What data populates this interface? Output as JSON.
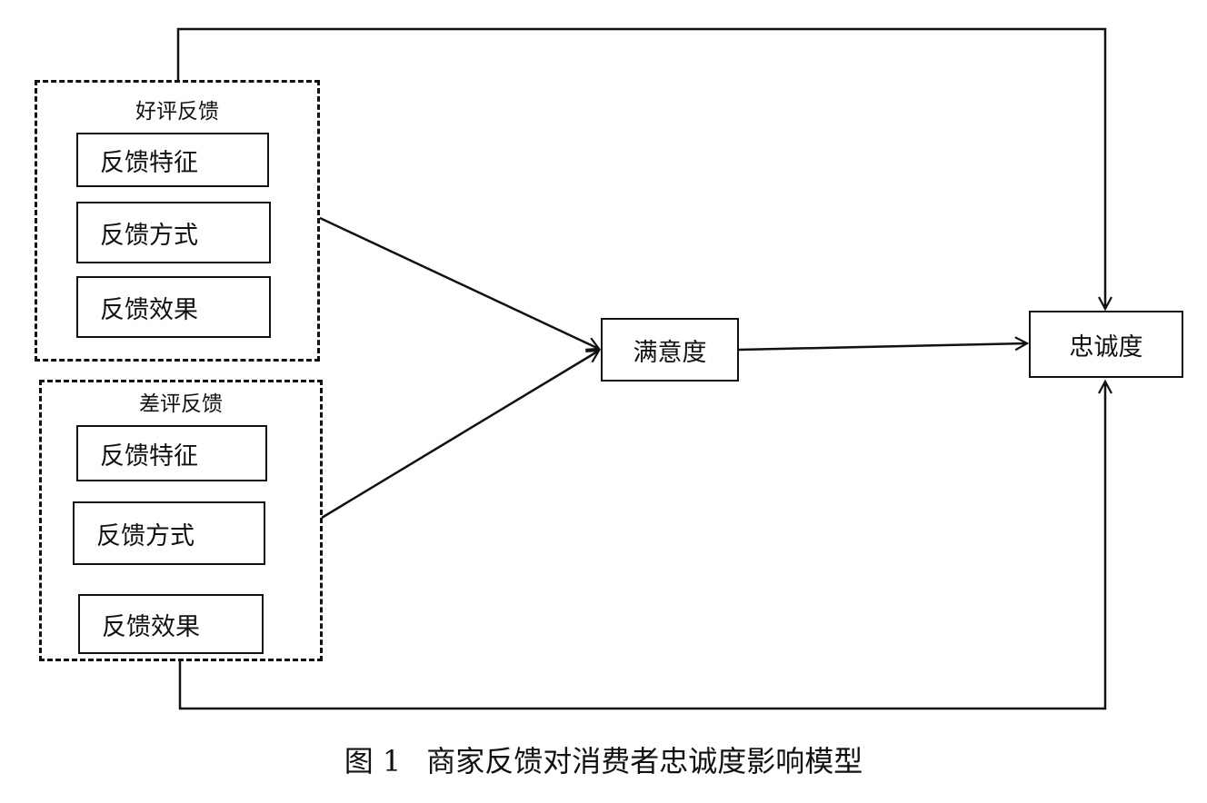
{
  "diagram": {
    "groups": [
      {
        "title": "好评反馈",
        "items": [
          "反馈特征",
          "反馈方式",
          "反馈效果"
        ]
      },
      {
        "title": "差评反馈",
        "items": [
          "反馈特征",
          "反馈方式",
          "反馈效果"
        ]
      }
    ],
    "mediator": "满意度",
    "outcome": "忠诚度",
    "caption": {
      "label": "图 1",
      "text": "商家反馈对消费者忠诚度影响模型"
    }
  }
}
